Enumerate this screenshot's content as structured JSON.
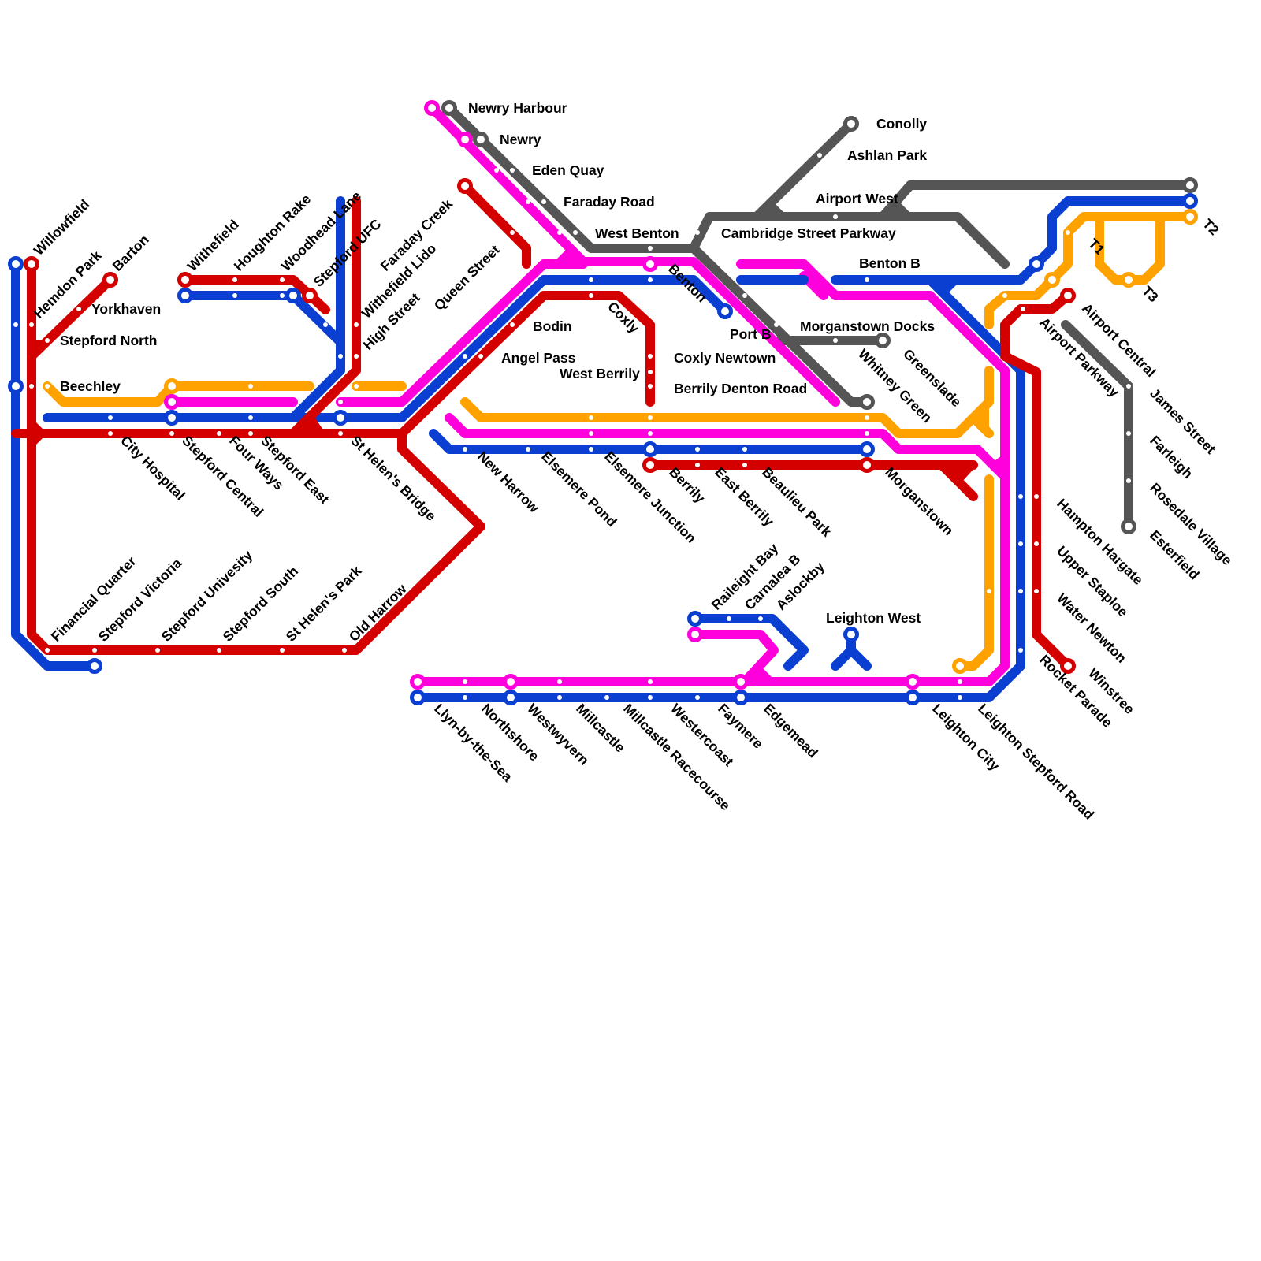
{
  "map": {
    "colors": {
      "red": "#d40000",
      "blue": "#0a3fd1",
      "magenta": "#ff00dc",
      "orange": "#ffa200",
      "grey": "#555555",
      "background": "#ffffff"
    },
    "stations": {
      "willowfield": "Willowfield",
      "hemdon_park": "Hemdon Park",
      "barton": "Barton",
      "yorkhaven": "Yorkhaven",
      "stepford_north": "Stepford North",
      "beechley": "Beechley",
      "withefield": "Withefield",
      "houghton_rake": "Houghton Rake",
      "woodhead_lane": "Woodhead Lane",
      "stepford_ufc": "Stepford UFC",
      "faraday_creek": "Faraday Creek",
      "withefield_lido": "Withefield Lido",
      "queen_street": "Queen Street",
      "high_street": "High Street",
      "newry_harbour": "Newry Harbour",
      "newry": "Newry",
      "eden_quay": "Eden Quay",
      "faraday_road": "Faraday Road",
      "west_benton": "West Benton",
      "conolly": "Conolly",
      "ashlan_park": "Ashlan Park",
      "airport_west": "Airport West",
      "cambridge_street_parkway": "Cambridge Street Parkway",
      "benton_b": "Benton B",
      "benton": "Benton",
      "port_b": "Port B",
      "coxly": "Coxly",
      "bodin": "Bodin",
      "angel_pass": "Angel Pass",
      "west_berrily": "West Berrily",
      "coxly_newtown": "Coxly Newtown",
      "berrily_denton_road": "Berrily Denton Road",
      "morganstown_docks": "Morganstown Docks",
      "whitney_green": "Whitney Green",
      "greenslade": "Greenslade",
      "t1": "T1",
      "t2": "T2",
      "t3": "T3",
      "airport_central": "Airport Central",
      "airport_parkway": "Airport Parkway",
      "james_street": "James Street",
      "farleigh": "Farleigh",
      "rosedale_village": "Rosedale Village",
      "esterfield": "Esterfield",
      "city_hospital": "City Hospital",
      "stepford_central": "Stepford Central",
      "four_ways": "Four Ways",
      "stepford_east": "Stepford East",
      "st_helens_bridge": "St Helen's Bridge",
      "new_harrow": "New Harrow",
      "elsemere_pond": "Elsemere Pond",
      "elsemere_junction": "Elsemere Junction",
      "berrily": "Berrily",
      "east_berrily": "East Berrily",
      "beaulieu_park": "Beaulieu Park",
      "morganstown": "Morganstown",
      "hampton_hargate": "Hampton Hargate",
      "upper_staploe": "Upper Staploe",
      "water_newton": "Water Newton",
      "winstree": "Winstree",
      "rocket_parade": "Rocket Parade",
      "financial_quarter": "Financial Quarter",
      "stepford_victoria": "Stepford Victoria",
      "stepford_univesity": "Stepford Univesity",
      "stepford_south": "Stepford South",
      "st_helens_park": "St Helen's Park",
      "old_harrow": "Old Harrow",
      "raileight_bay": "Raileight Bay",
      "carnalea_b": "Carnalea B",
      "aslockby": "Aslockby",
      "leighton_west": "Leighton West",
      "llyn_by_the_sea": "Llyn-by-the-Sea",
      "northshore": "Northshore",
      "westwyvern": "Westwyvern",
      "millcastle": "Millcastle",
      "millcastle_racecourse": "Millcastle Racecourse",
      "westercoast": "Westercoast",
      "faymere": "Faymere",
      "edgemead": "Edgemead",
      "leighton_city": "Leighton City",
      "leighton_stepford_road": "Leighton Stepford Road"
    }
  }
}
